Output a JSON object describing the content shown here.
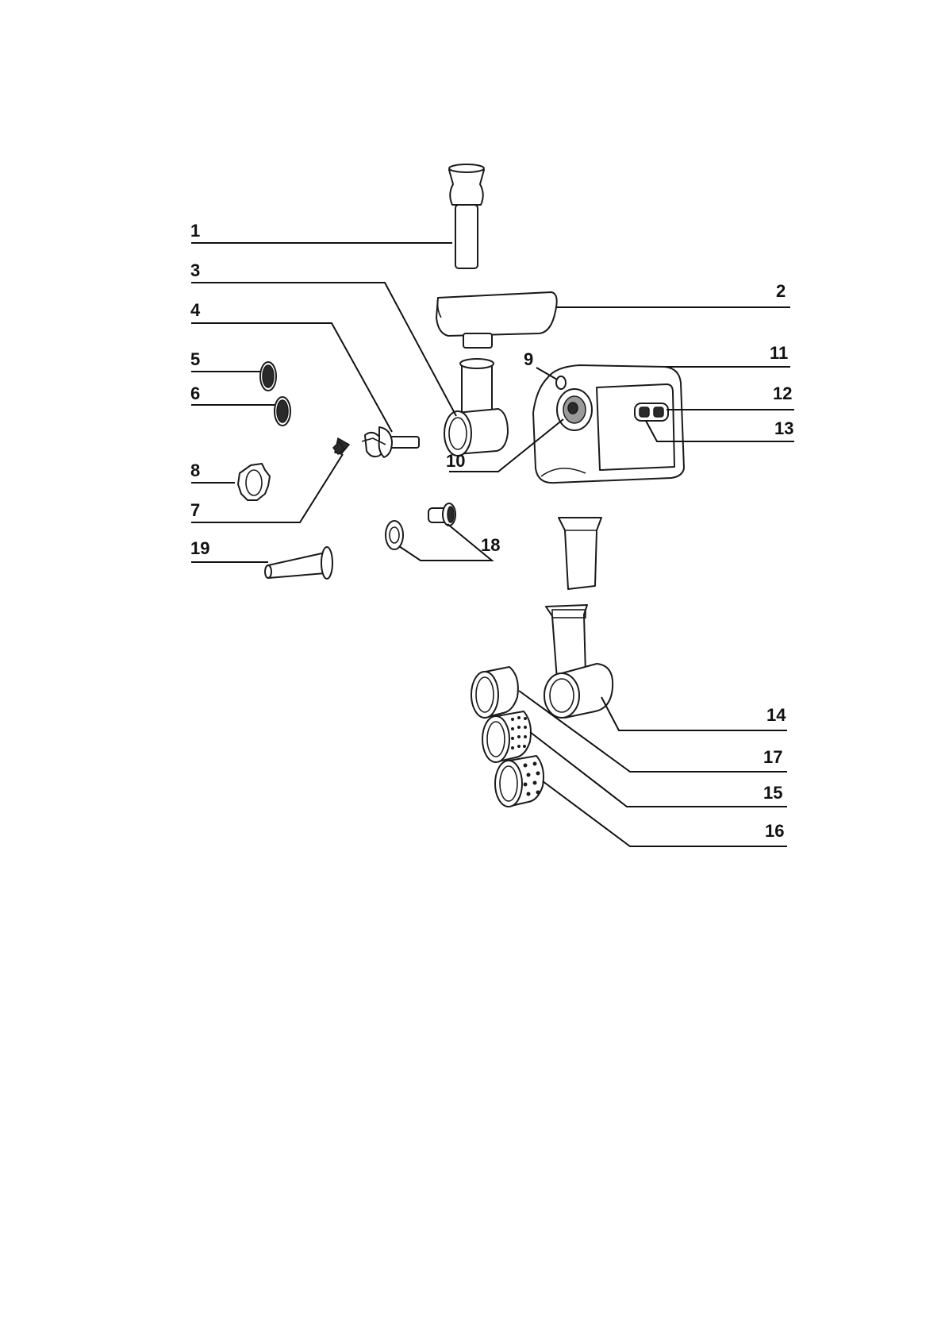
{
  "callouts": [
    {
      "key": "c1",
      "text": "1"
    },
    {
      "key": "c2",
      "text": "2"
    },
    {
      "key": "c3",
      "text": "3"
    },
    {
      "key": "c4",
      "text": "4"
    },
    {
      "key": "c5",
      "text": "5"
    },
    {
      "key": "c6",
      "text": "6"
    },
    {
      "key": "c7",
      "text": "7"
    },
    {
      "key": "c8",
      "text": "8"
    },
    {
      "key": "c9",
      "text": "9"
    },
    {
      "key": "c10",
      "text": "10"
    },
    {
      "key": "c11",
      "text": "11"
    },
    {
      "key": "c12",
      "text": "12"
    },
    {
      "key": "c13",
      "text": "13"
    },
    {
      "key": "c14",
      "text": "14"
    },
    {
      "key": "c15",
      "text": "15"
    },
    {
      "key": "c16",
      "text": "16"
    },
    {
      "key": "c17",
      "text": "17"
    },
    {
      "key": "c18",
      "text": "18"
    },
    {
      "key": "c19",
      "text": "19"
    }
  ],
  "colors": {
    "line": "#111111",
    "background": "#ffffff"
  }
}
